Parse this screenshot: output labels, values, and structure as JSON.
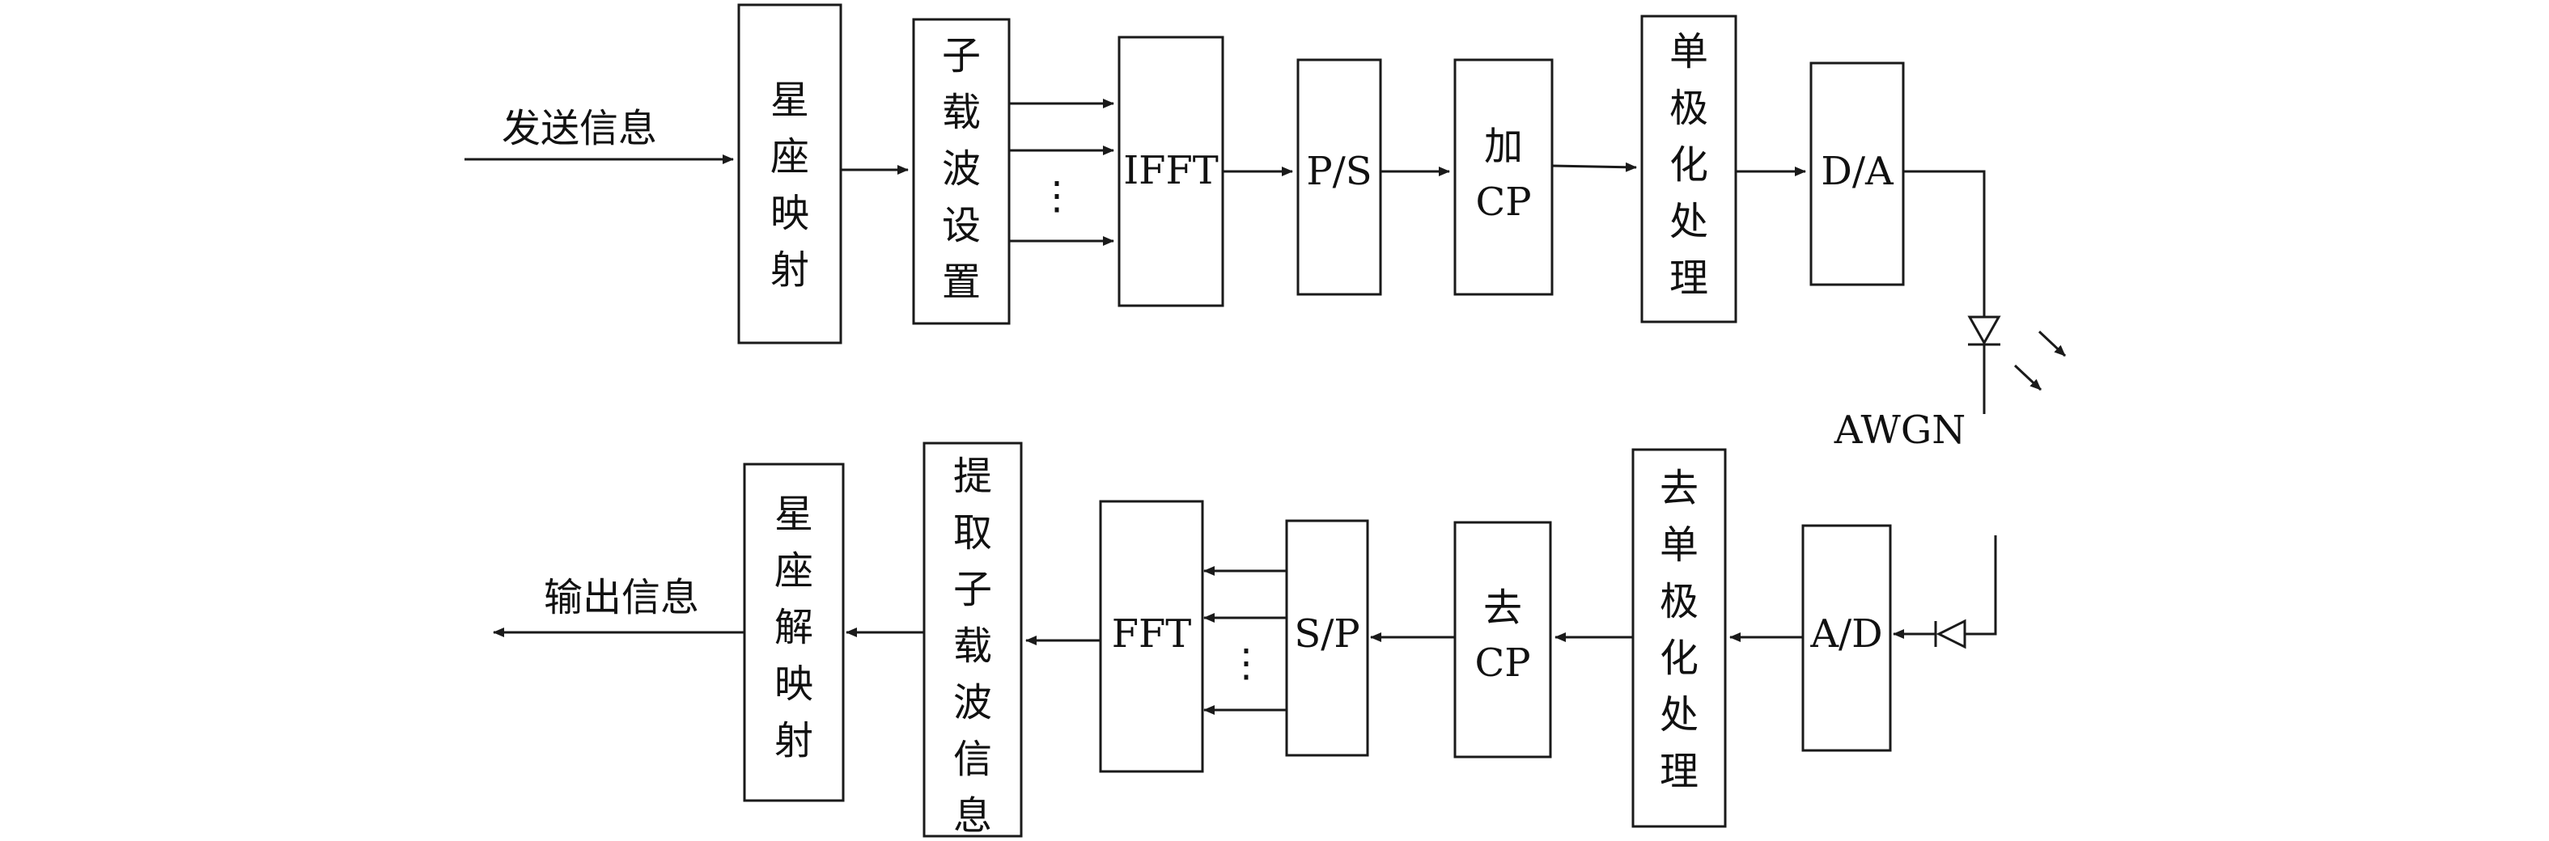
{
  "transmit_chain": {
    "input_label": "发送信息",
    "blocks": [
      {
        "id": "constellation-mapping",
        "text": "星座映射"
      },
      {
        "id": "subcarrier-setting",
        "text": "子载波设置"
      },
      {
        "id": "ifft",
        "text": "IFFT"
      },
      {
        "id": "p-to-s",
        "text": "P/S"
      },
      {
        "id": "add-cp",
        "text": "加CP"
      },
      {
        "id": "unipolar",
        "text": "单极化处理"
      },
      {
        "id": "dac",
        "text": "D/A"
      }
    ],
    "parallel_dots": "⋮"
  },
  "channel": {
    "label": "AWGN"
  },
  "receive_chain": {
    "output_label": "输出信息",
    "blocks": [
      {
        "id": "adc",
        "text": "A/D"
      },
      {
        "id": "remove-unipolar",
        "text": "去单极化处理"
      },
      {
        "id": "remove-cp",
        "text": "去CP"
      },
      {
        "id": "s-to-p",
        "text": "S/P"
      },
      {
        "id": "fft",
        "text": "FFT"
      },
      {
        "id": "extract-subcarrier",
        "text": "提取子载波信息"
      },
      {
        "id": "constellation-demapping",
        "text": "星座解映射"
      }
    ],
    "parallel_dots": "⋮"
  }
}
